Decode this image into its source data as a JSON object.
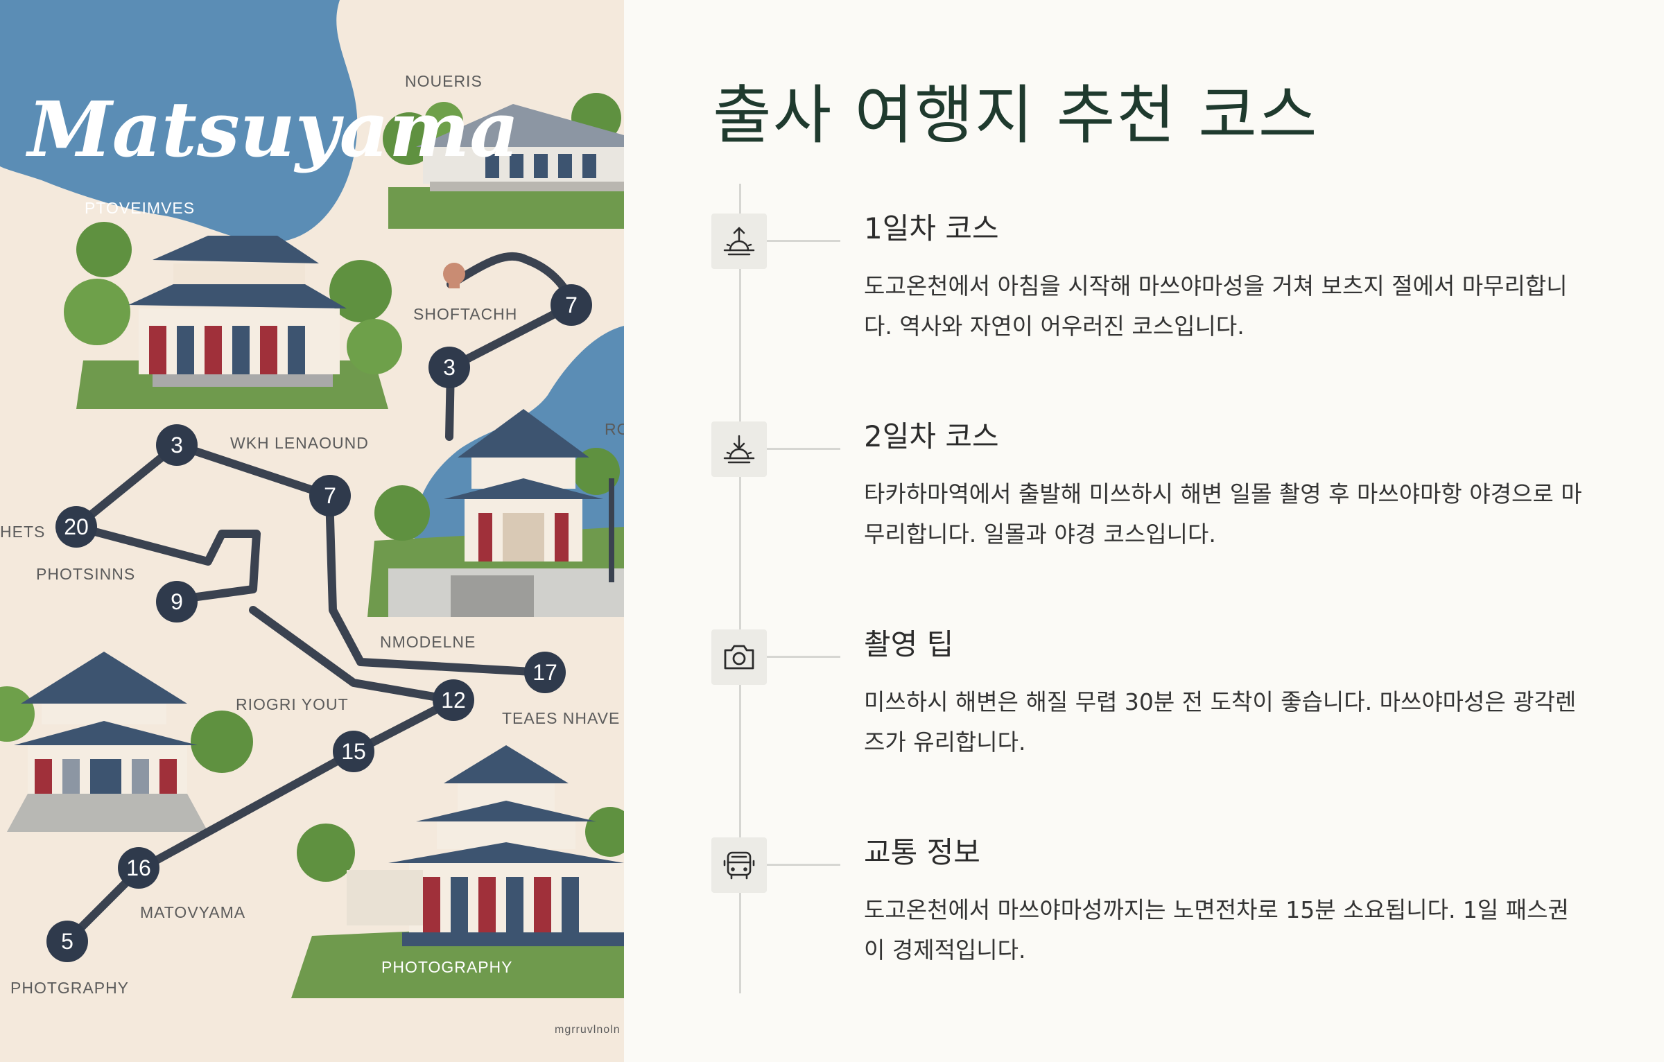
{
  "map": {
    "brand": "Matsuyama",
    "labels": {
      "ptoveimves": "PTOVEIMVES",
      "noueris": "NOUERIS",
      "shoftachh": "SHOFTACHH",
      "wkh_lenaound": "WKH LENAOUND",
      "hets": "HETS",
      "photsinns": "PHOTSINNS",
      "nmodelne": "NMODELNE",
      "riogri_yout": "RIOGRI YOUT",
      "teaes_nhave": "TEAES NHAVE",
      "matovyama": "MATOVYAMA",
      "photography_left": "PHOTGRAPHY",
      "photography_right": "PHOTOGRAPHY",
      "ro": "RO",
      "credit": "mgrruvlnoln"
    },
    "badges": {
      "b7_top": "7",
      "b3_top": "3",
      "b3_mid": "3",
      "b7_mid": "7",
      "b20": "20",
      "b9": "9",
      "b17": "17",
      "b12": "12",
      "b15": "15",
      "b16": "16",
      "b5": "5"
    },
    "colors": {
      "water": "#5b8db5",
      "land": "#f4e9dc",
      "grass": "#6f9a4d",
      "tree": "#5f9140",
      "roof": "#3d5470",
      "route": "#3a4250",
      "badge": "#2f3a4c"
    }
  },
  "page": {
    "title": "출사 여행지 추천 코스"
  },
  "steps": [
    {
      "icon": "sunrise-icon",
      "title": "1일차 코스",
      "description": "도고온천에서 아침을 시작해 마쓰야마성을 거쳐 보츠지 절에서 마무리합니다. 역사와 자연이 어우러진 코스입니다."
    },
    {
      "icon": "sunset-icon",
      "title": "2일차 코스",
      "description": "타카하마역에서 출발해 미쓰하시 해변 일몰 촬영 후 마쓰야마항 야경으로 마무리합니다. 일몰과 야경 코스입니다."
    },
    {
      "icon": "camera-icon",
      "title": "촬영 팁",
      "description": "미쓰하시 해변은 해질 무렵 30분 전 도착이 좋습니다. 마쓰야마성은 광각렌즈가 유리합니다."
    },
    {
      "icon": "bus-icon",
      "title": "교통 정보",
      "description": "도고온천에서 마쓰야마성까지는 노면전차로 15분 소요됩니다. 1일 패스권이 경제적입니다."
    }
  ]
}
